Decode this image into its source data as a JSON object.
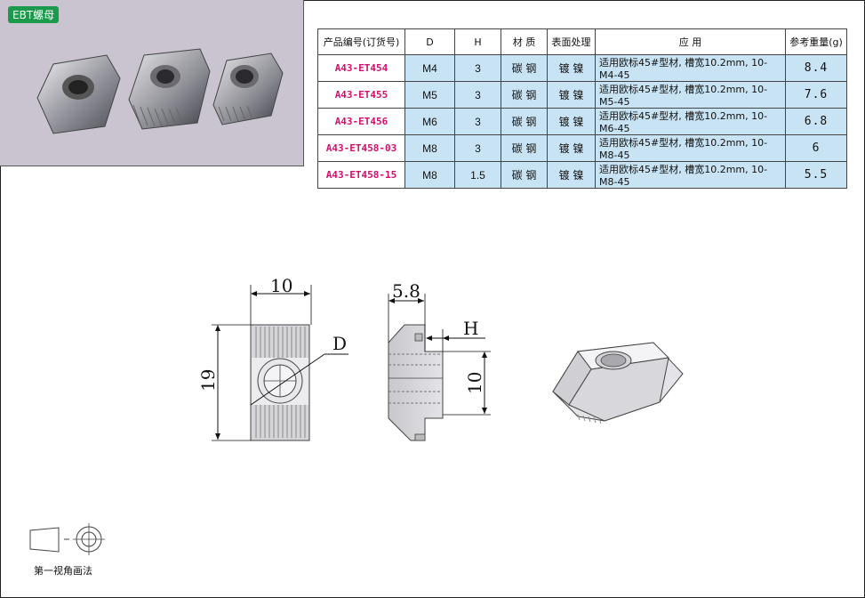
{
  "product_tag": "EBT螺母",
  "table": {
    "headers": [
      "产品编号(订货号)",
      "D",
      "H",
      "材 质",
      "表面处理",
      "应  用",
      "参考重量(g)"
    ],
    "rows": [
      {
        "code": "A43-ET454",
        "d": "M4",
        "h": "3",
        "material": "碳 钢",
        "surface": "镀 镍",
        "application": "适用欧标45#型材, 槽宽10.2mm, 10-M4-45",
        "weight": "8.4"
      },
      {
        "code": "A43-ET455",
        "d": "M5",
        "h": "3",
        "material": "碳 钢",
        "surface": "镀 镍",
        "application": "适用欧标45#型材, 槽宽10.2mm, 10-M5-45",
        "weight": "7.6"
      },
      {
        "code": "A43-ET456",
        "d": "M6",
        "h": "3",
        "material": "碳 钢",
        "surface": "镀 镍",
        "application": "适用欧标45#型材, 槽宽10.2mm, 10-M6-45",
        "weight": "6.8"
      },
      {
        "code": "A43-ET458-03",
        "d": "M8",
        "h": "3",
        "material": "碳 钢",
        "surface": "镀 镍",
        "application": "适用欧标45#型材, 槽宽10.2mm, 10-M8-45",
        "weight": "6"
      },
      {
        "code": "A43-ET458-15",
        "d": "M8",
        "h": "1.5",
        "material": "碳 钢",
        "surface": "镀 镍",
        "application": "适用欧标45#型材, 槽宽10.2mm, 10-M8-45",
        "weight": "5.5"
      }
    ]
  },
  "drawing": {
    "dim_width": "10",
    "dim_height": "19",
    "dim_diameter": "D",
    "dim_side_width": "5.8",
    "dim_h": "H",
    "dim_side_height": "10"
  },
  "projection_label": "第一视角画法"
}
